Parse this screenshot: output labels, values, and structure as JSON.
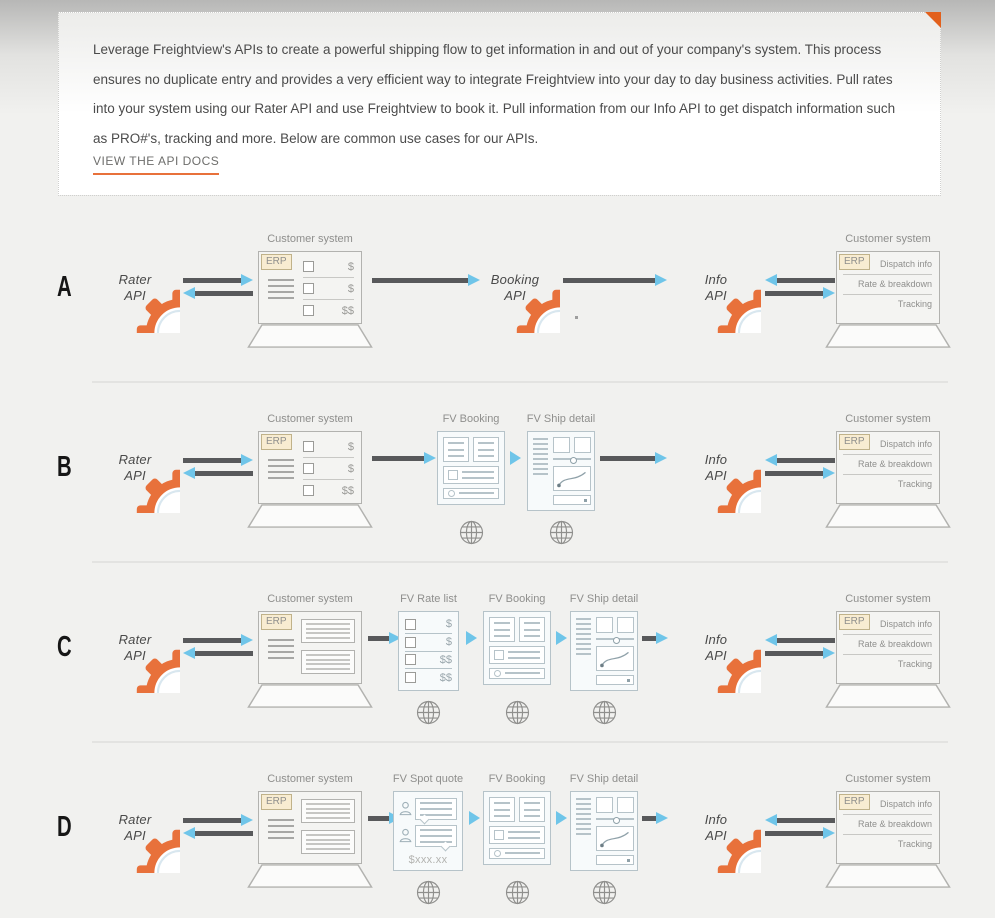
{
  "intro": {
    "paragraph": "Leverage Freightview's APIs to create a powerful shipping flow to get information in and out of your company's system. This process ensures no duplicate entry and provides a very efficient way to integrate Freightview into your day to day business activities. Pull rates into your system using our Rater API and use Freightview to book it. Pull information from our Info API to get dispatch information such as PRO#'s, tracking and more. Below are common use cases for our APIs.",
    "link_label": "VIEW THE API DOCS"
  },
  "rows": [
    {
      "label": "A"
    },
    {
      "label": "B"
    },
    {
      "label": "C"
    },
    {
      "label": "D"
    }
  ],
  "gears": {
    "rater": [
      "Rater",
      "API"
    ],
    "booking": [
      "Booking",
      "API"
    ],
    "info": [
      "Info",
      "API"
    ]
  },
  "windows": {
    "fv_booking": "FV Booking",
    "fv_ship_detail": "FV Ship detail",
    "fv_rate_list": "FV Rate list",
    "fv_spot_quote": "FV Spot quote"
  },
  "labels": {
    "customer_system": "Customer system",
    "erp": "ERP",
    "price_rows": [
      "$",
      "$",
      "$$"
    ],
    "rate_rows": [
      "$",
      "$",
      "$$",
      "$$"
    ],
    "dispatch_rows": [
      "Dispatch info",
      "Rate & breakdown",
      "Tracking"
    ],
    "spot_quote_price": "$xxx.xx"
  },
  "colors": {
    "accent_orange": "#E8713B",
    "corner_orange": "#E2601C",
    "arrow_blue": "#6FC5E9",
    "arrow_gray": "#58595B"
  }
}
